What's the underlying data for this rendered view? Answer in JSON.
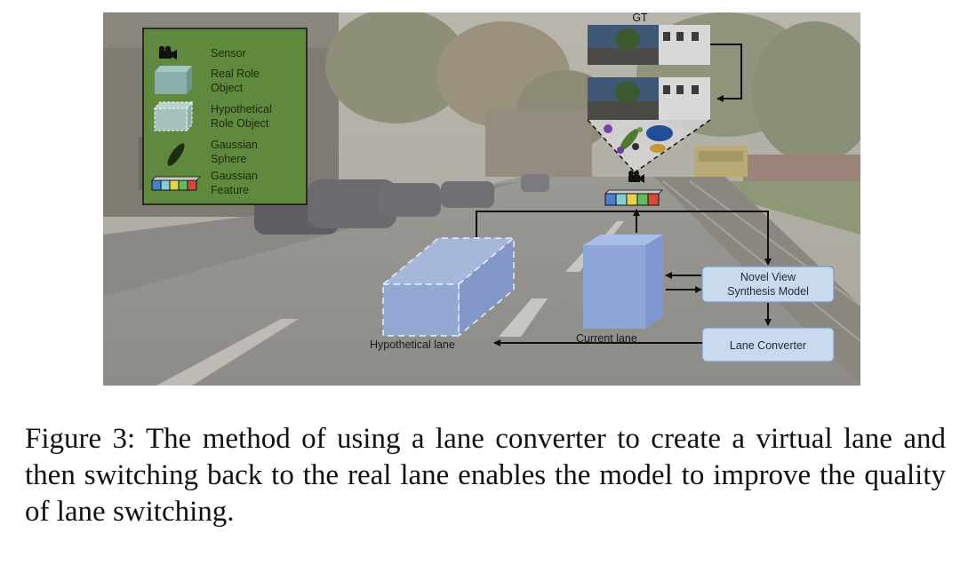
{
  "legend": {
    "sensor": "Sensor",
    "real_line1": "Real Role",
    "real_line2": "Object",
    "hypo_line1": "Hypothetical",
    "hypo_line2": "Role Object",
    "gauss_line1": "Gaussian",
    "gauss_line2": "Sphere",
    "feat_line1": "Gaussian",
    "feat_line2": "Feature"
  },
  "gt_label": "GT",
  "nvs_line1": "Novel View",
  "nvs_line2": "Synthesis Model",
  "lane_converter": "Lane Converter",
  "hypothetical_lane": "Hypothetical lane",
  "current_lane": "Current lane",
  "caption": "Figure 3: The method of using a lane converter to create a virtual lane and then switching back to the real lane enables the model to improve the quality of lane switching.",
  "colors": {
    "legend_bg": "#5f8a3e",
    "box_fill": "#c9d9ee",
    "box_stroke": "#7e97bf",
    "lane_object": "#8fa6d8",
    "feature_blue": "#4a7fd0",
    "feature_cyan": "#7fd0d8",
    "feature_yellow": "#e8d24a",
    "feature_green": "#5cbf5a",
    "feature_red": "#d9473a"
  }
}
